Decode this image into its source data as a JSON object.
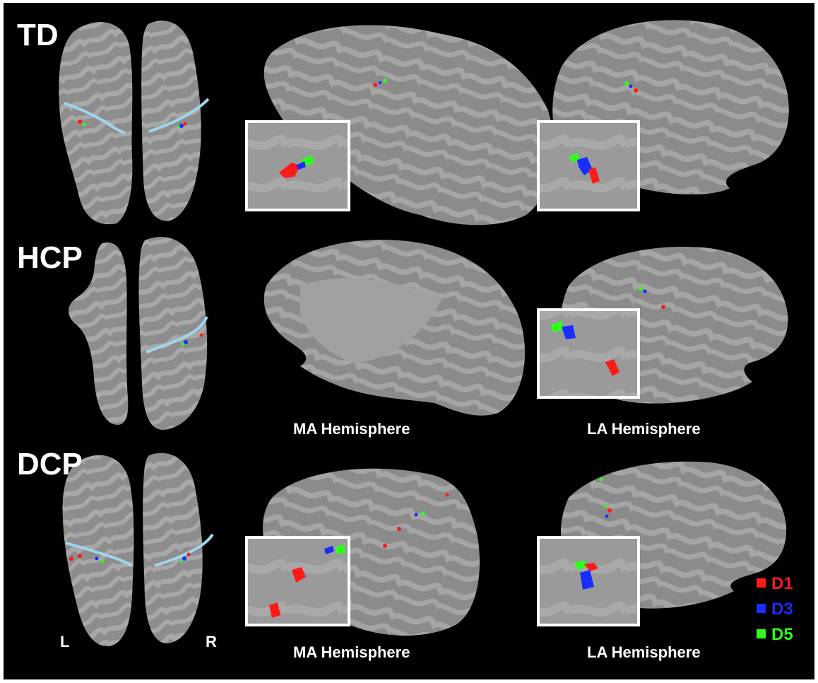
{
  "rows": [
    {
      "label": "TD"
    },
    {
      "label": "HCP"
    },
    {
      "label": "DCP"
    }
  ],
  "captions": {
    "ma": "MA Hemisphere",
    "la": "LA Hemisphere"
  },
  "orientation": {
    "left": "L",
    "right": "R"
  },
  "legend": [
    {
      "label": "D1",
      "color": "#ff1a1a"
    },
    {
      "label": "D3",
      "color": "#1a2dff"
    },
    {
      "label": "D5",
      "color": "#2dff1a"
    }
  ],
  "colors": {
    "background": "#000000",
    "cortex": "#8c8c8c",
    "gyri": "#a6a6a6",
    "central_sulcus_line": "#9fd6ee",
    "inset_border": "#ffffff"
  }
}
